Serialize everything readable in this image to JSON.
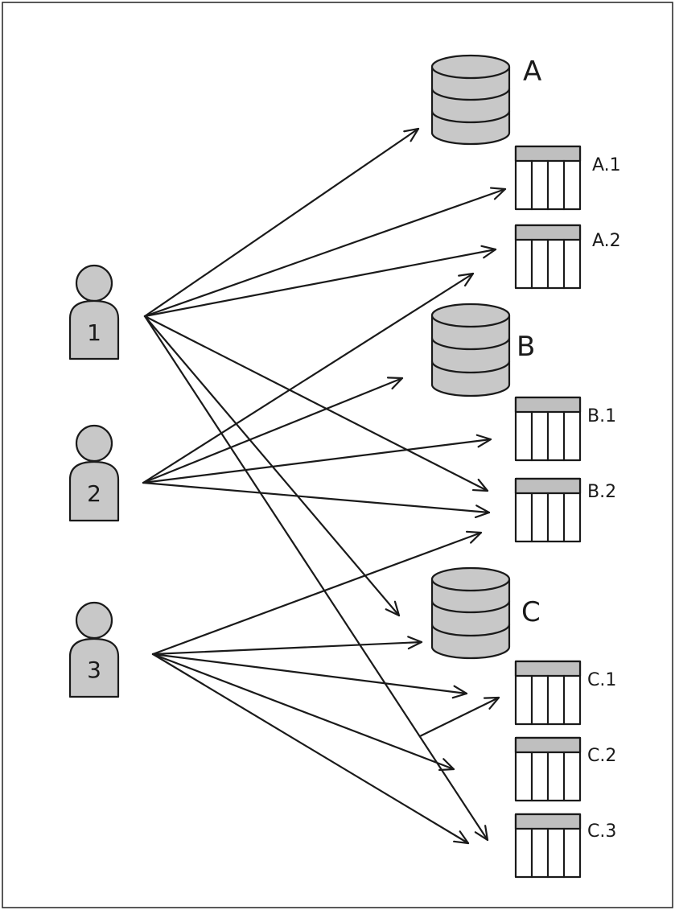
{
  "users": [
    {
      "id": "user-1",
      "label": "1"
    },
    {
      "id": "user-2",
      "label": "2"
    },
    {
      "id": "user-3",
      "label": "3"
    }
  ],
  "databases": [
    {
      "id": "db-a",
      "label": "A",
      "tables": [
        {
          "id": "tbl-a1",
          "label": "A.1"
        },
        {
          "id": "tbl-a2",
          "label": "A.2"
        }
      ]
    },
    {
      "id": "db-b",
      "label": "B",
      "tables": [
        {
          "id": "tbl-b1",
          "label": "B.1"
        },
        {
          "id": "tbl-b2",
          "label": "B.2"
        }
      ]
    },
    {
      "id": "db-c",
      "label": "C",
      "tables": [
        {
          "id": "tbl-c1",
          "label": "C.1"
        },
        {
          "id": "tbl-c2",
          "label": "C.2"
        },
        {
          "id": "tbl-c3",
          "label": "C.3"
        }
      ]
    }
  ],
  "edges": [
    {
      "from": "user-1",
      "to": "db-a"
    },
    {
      "from": "user-1",
      "to": "tbl-a1"
    },
    {
      "from": "user-1",
      "to": "tbl-a2"
    },
    {
      "from": "user-1",
      "to": "tbl-b2"
    },
    {
      "from": "user-1",
      "to": "db-c"
    },
    {
      "from": "user-1",
      "to": "tbl-c3"
    },
    {
      "from": "user-2",
      "to": "tbl-a2"
    },
    {
      "from": "user-2",
      "to": "db-b"
    },
    {
      "from": "user-2",
      "to": "tbl-b1"
    },
    {
      "from": "user-2",
      "to": "tbl-b2"
    },
    {
      "from": "user-3",
      "to": "tbl-b2"
    },
    {
      "from": "user-3",
      "to": "db-c"
    },
    {
      "from": "user-3",
      "to": "tbl-c1"
    },
    {
      "from": "user-3",
      "to": "tbl-c2"
    },
    {
      "from": "user-3",
      "to": "tbl-c3"
    }
  ],
  "colors": {
    "ink": "#1a1a1a",
    "icon_fill": "#c8c8c8",
    "table_header": "#bfbfbf",
    "background": "#ffffff"
  }
}
